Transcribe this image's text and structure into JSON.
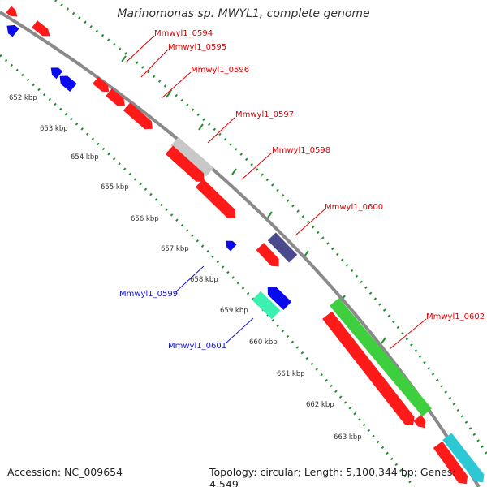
{
  "title": "Marinomonas sp. MWYL1, complete genome",
  "accession": "Accession: NC_009654",
  "topology_info": "Topology: circular; Length: 5,100,344 bp; Genes: 4,549",
  "colors": {
    "backbone": "#8a8a8a",
    "forward_gene": "#ff1a1a",
    "reverse_gene": "#0a0aee",
    "label_forward": "#dd0000",
    "label_reverse": "#1515cc",
    "tick": "#1e8f2c",
    "gray_feature": "#c8c8c8",
    "navy_feature": "#4a4a8c",
    "mint_feature": "#3bf0b0",
    "green_feature": "#3ecf3e",
    "cyan_feature": "#2cc8d4"
  },
  "scale_ticks": [
    "652 kbp",
    "653 kbp",
    "654 kbp",
    "655 kbp",
    "656 kbp",
    "657 kbp",
    "658 kbp",
    "659 kbp",
    "660 kbp",
    "661 kbp",
    "662 kbp",
    "663 kbp"
  ],
  "gene_labels": [
    {
      "text": "Mmwyl1_0594",
      "strand": "forward"
    },
    {
      "text": "Mmwyl1_0595",
      "strand": "forward"
    },
    {
      "text": "Mmwyl1_0596",
      "strand": "forward"
    },
    {
      "text": "Mmwyl1_0597",
      "strand": "forward"
    },
    {
      "text": "Mmwyl1_0598",
      "strand": "forward"
    },
    {
      "text": "Mmwyl1_0600",
      "strand": "forward"
    },
    {
      "text": "Mmwyl1_0602",
      "strand": "forward"
    },
    {
      "text": "Mmwyl1_0599",
      "strand": "reverse"
    },
    {
      "text": "Mmwyl1_0601",
      "strand": "reverse"
    }
  ]
}
